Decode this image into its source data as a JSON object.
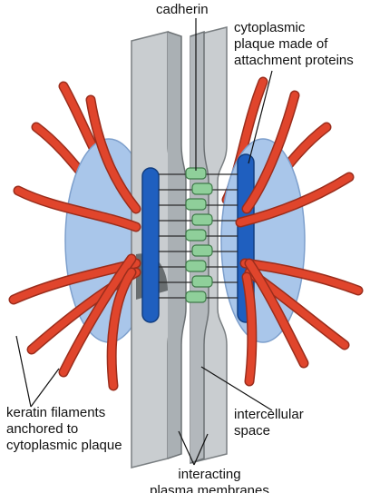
{
  "labels": {
    "cadherin": "cadherin",
    "plaque": "cytoplasmic\nplaque made of\nattachment proteins",
    "keratin": "keratin filaments\nanchored to\ncytoplasmic plaque",
    "space": "intercellular\nspace",
    "membranes": "interacting\nplasma membranes"
  },
  "colors": {
    "filament": "#e0452c",
    "plaque_light": "#a9c6ea",
    "plaque_dark": "#1f5fbf",
    "membrane": "#bfc3c6",
    "membrane_dark": "#6d7275",
    "cadherin": "#8fcf9a"
  }
}
